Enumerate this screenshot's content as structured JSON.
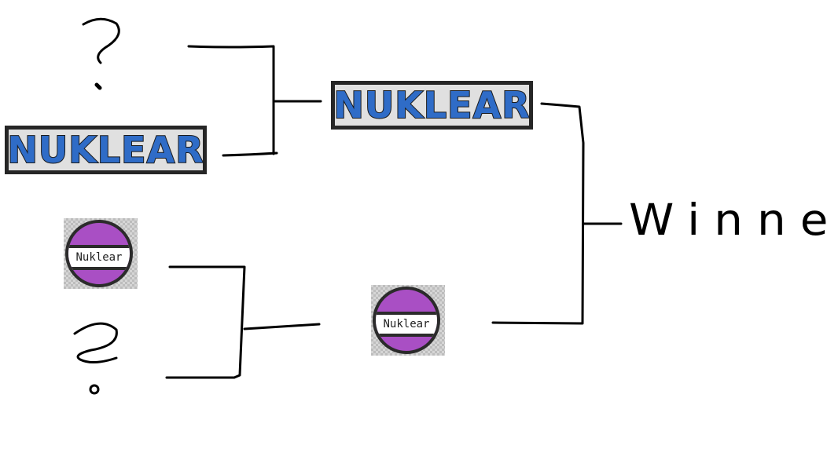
{
  "bracket": {
    "unknown_top": "?",
    "unknown_bottom": "?",
    "nuklear_wordmark": "NUKLEAR",
    "nuklear_badge": "Nuklear",
    "winner_label": "Winner"
  },
  "colors": {
    "wordmark_fill": "#2f6cc7",
    "badge_purple": "#a94fc4",
    "line": "#000000"
  }
}
